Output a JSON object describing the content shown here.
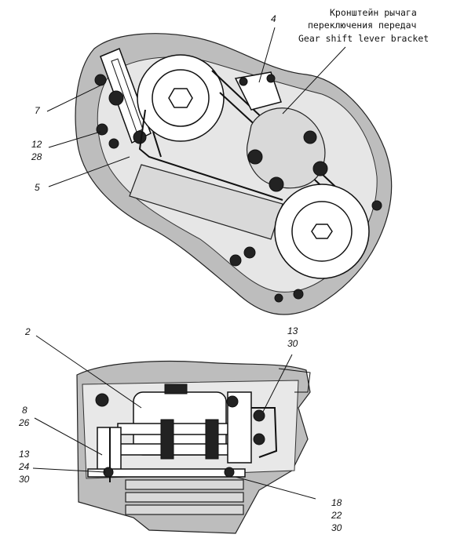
{
  "caption": {
    "line1": "Кронштейн рычага",
    "line2": "переключения передач",
    "line3": "Gear shift lever bracket"
  },
  "upper_labels": {
    "l4": "4",
    "l7": "7",
    "l12": "12",
    "l28": "28",
    "l5": "5"
  },
  "lower_labels": {
    "l2": "2",
    "l13a": "13",
    "l30a": "30",
    "l8": "8",
    "l26": "26",
    "l13b": "13",
    "l24": "24",
    "l30b": "30",
    "l18": "18",
    "l22": "22",
    "l30c": "30"
  }
}
